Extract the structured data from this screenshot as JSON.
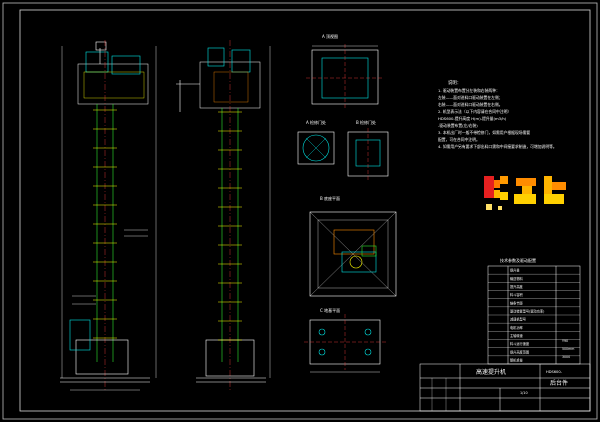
{
  "drawing": {
    "views": {
      "top_view": "A 顶视图",
      "section_a": "A 检修门处",
      "section_b": "B 检修门处",
      "bottom_view": "B 底座平面",
      "foundation": "C 地基平面"
    },
    "notes": {
      "heading": "说明：",
      "lines": [
        "1. 驱动装置布置分左装和右装两种：",
        "  左装——面对进料口驱动装置在左侧；",
        "  右装——面对进料口驱动装置在右侧。",
        "2. 机型表示法（以下内容请在合同中注明）",
        "  HDS600-提升高度 H(m)-提升量(m3/h)",
        "  -驱动装置布置(左/右装)",
        "3. 本机出厂时一般不带检修门，如需用户根据现场需要",
        "  配置，可在合同中注明。",
        "4. 如需用户另有要求下部出料口需和中间接要求制造，可增加说明等。"
      ]
    },
    "params_title": "技术参数及驱动配置",
    "params_rows": [
      "提升量",
      "输送物料",
      "提升高度",
      "料斗容积",
      "链条节距",
      "驱动装置型号(驱动功率)",
      "减速机型号",
      "电机功率",
      "主轴转速",
      "料斗运行速度",
      "提升高度范围",
      "整机重量"
    ],
    "params_values": [
      "Y90",
      "500mm",
      "3000"
    ],
    "title_block": {
      "name": "高速提升机",
      "model": "HDS600-",
      "company": "后台件",
      "sheet": "1/10"
    }
  }
}
